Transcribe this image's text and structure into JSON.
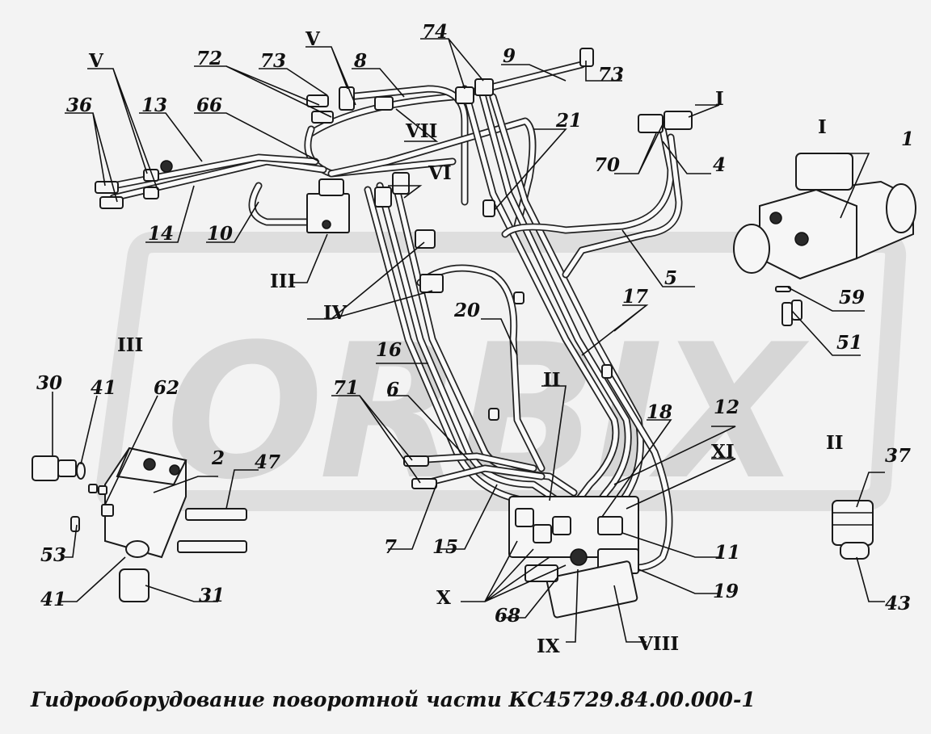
{
  "caption": "Гидрооборудование поворотной части КС45729.84.00.000-1",
  "watermark": "ORBIX",
  "detail_headers": {
    "I": "I",
    "II": "II",
    "III": "III"
  },
  "labels": {
    "n1": "1",
    "n2": "2",
    "n4": "4",
    "n5": "5",
    "n6": "6",
    "n7": "7",
    "n8": "8",
    "n9": "9",
    "n10": "10",
    "n11": "11",
    "n12": "12",
    "n13": "13",
    "n14": "14",
    "n15": "15",
    "n16": "16",
    "n17": "17",
    "n18": "18",
    "n19": "19",
    "n20": "20",
    "n21": "21",
    "n30": "30",
    "n31": "31",
    "n36": "36",
    "n37": "37",
    "n41a": "41",
    "n41b": "41",
    "n43": "43",
    "n47": "47",
    "n51": "51",
    "n53": "53",
    "n59": "59",
    "n62": "62",
    "n66": "66",
    "n68": "68",
    "n70": "70",
    "n71": "71",
    "n72": "72",
    "n73a": "73",
    "n73b": "73",
    "n74": "74",
    "rI": "I",
    "rII": "II",
    "rIII": "III",
    "rIV": "IV",
    "rVa": "V",
    "rVb": "V",
    "rVI": "VI",
    "rVII": "VII",
    "rVIII": "VIII",
    "rIX": "IX",
    "rX": "X",
    "rXI": "XI"
  },
  "colors": {
    "background": "#f3f3f3",
    "ink": "#111111",
    "watermark": "#d6d6d6",
    "watermark_frame": "#dedede"
  }
}
